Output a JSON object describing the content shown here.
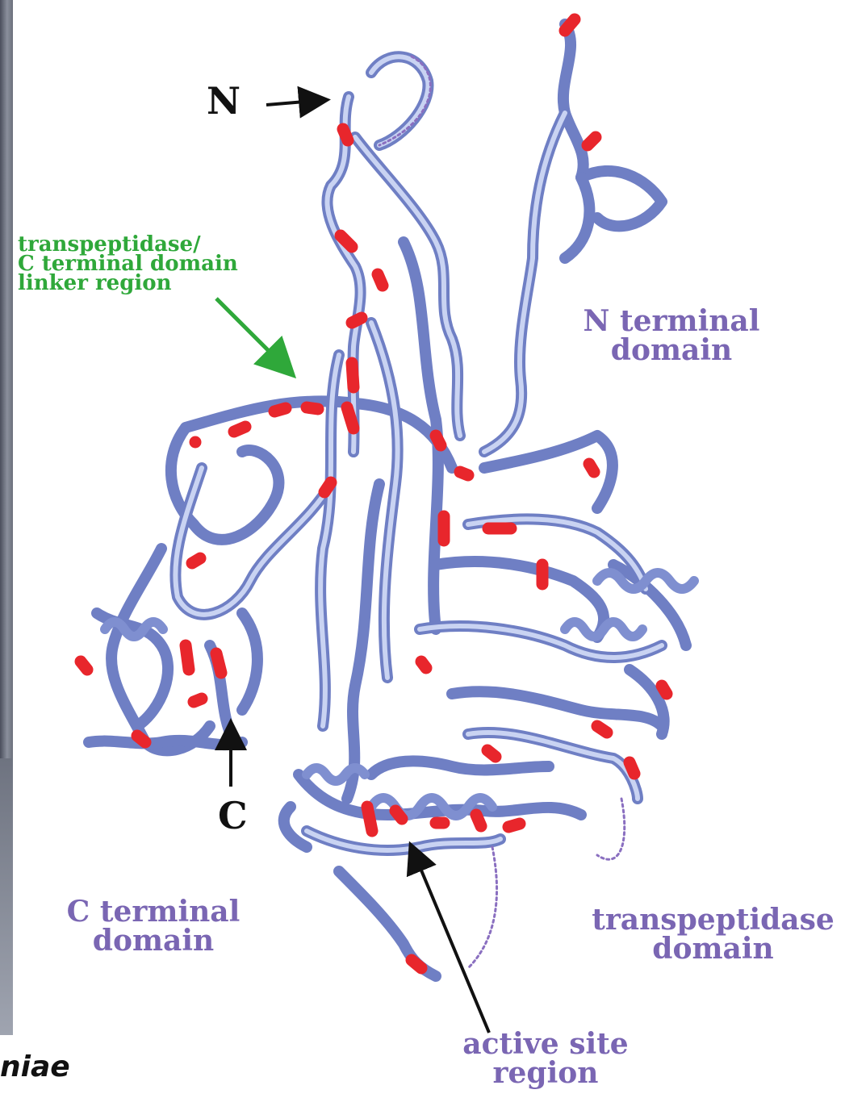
{
  "labels": {
    "n_marker": "N",
    "c_marker": "C",
    "linker": [
      "transpeptidase/",
      "C terminal domain",
      "linker region"
    ],
    "n_terminal_domain": [
      "N terminal",
      "domain"
    ],
    "c_terminal_domain": [
      "C terminal",
      "domain"
    ],
    "transpeptidase_domain": [
      "transpeptidase",
      "domain"
    ],
    "active_site": [
      "active site",
      "region"
    ],
    "species_fragment": "niae"
  },
  "colors": {
    "backbone": "#7f8fd0",
    "backbone_highlight": "#c9d3f2",
    "residue_highlight": "#e8262c",
    "domain_label": "#7a66b3",
    "linker_label": "#2fa83a",
    "arrow": "#111111",
    "linker_arrow": "#2fa83a"
  }
}
